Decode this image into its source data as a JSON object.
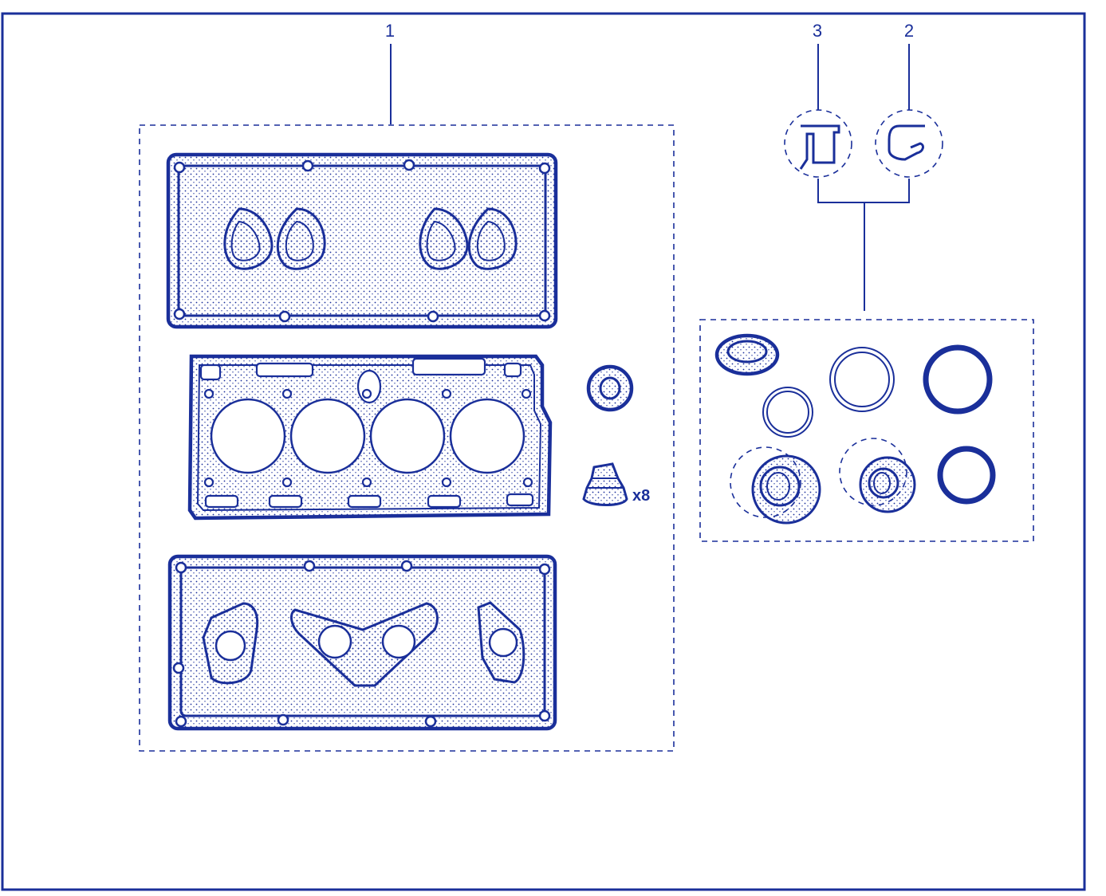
{
  "callouts": {
    "kit_gasket_set": "1",
    "seal_profile_2": "2",
    "seal_profile_3": "3"
  },
  "quantity_label": "x8",
  "colors": {
    "line": "#1a2f9a",
    "background": "#ffffff"
  }
}
